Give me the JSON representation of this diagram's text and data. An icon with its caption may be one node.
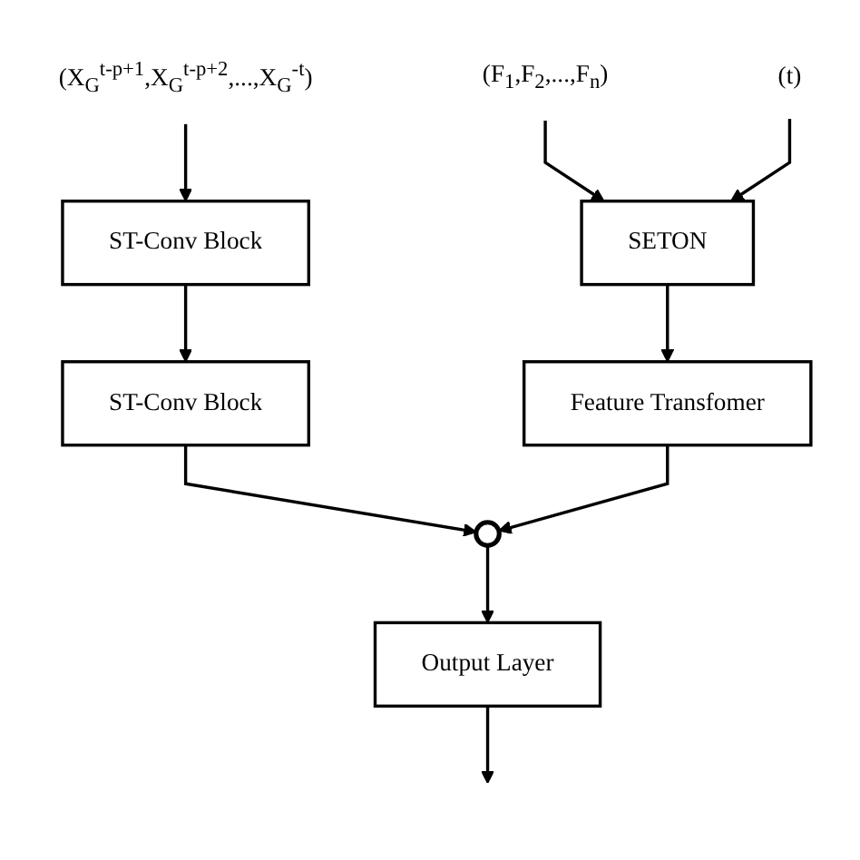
{
  "diagram": {
    "nodes": [
      {
        "text": [
          "(X$_{G}$$^{t-p+1}$,X$_{G}$$^{t-p+2}$,...,X$_{G}$$^{-t}$)"
        ]
      },
      {
        "text": [
          "(F$_{1}$,F$_{2}$,...,F$_{n}$)"
        ]
      },
      {
        "text": [
          "(t)"
        ]
      },
      {
        "text": [
          "ST-Conv Block"
        ]
      },
      {
        "text": [
          "ST-Conv Block"
        ]
      },
      {
        "text": [
          "SETON"
        ]
      },
      {
        "text": [
          "Feature Transfomer"
        ]
      },
      {
        "text": [],
        "shape": "circle"
      },
      {
        "text": [
          "Output Layer"
        ]
      }
    ],
    "edges": [
      {
        "from": 0,
        "to": 3,
        "arrow": "to"
      },
      {
        "from": 3,
        "to": 4,
        "arrow": "to"
      },
      {
        "from": 1,
        "to": 5,
        "arrow": "to"
      },
      {
        "from": 2,
        "to": 5,
        "arrow": "to"
      },
      {
        "from": 5,
        "to": 6,
        "arrow": "to"
      },
      {
        "from": 4,
        "to": 7,
        "arrow": "to"
      },
      {
        "from": 6,
        "to": 7,
        "arrow": "to"
      },
      {
        "from": 7,
        "to": 8,
        "arrow": "to"
      },
      {
        "from": 8,
        "to": null,
        "arrow": "to"
      }
    ]
  }
}
